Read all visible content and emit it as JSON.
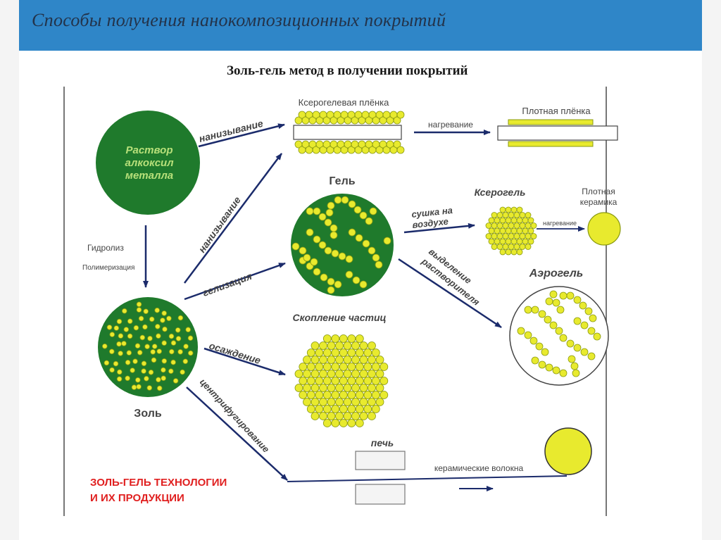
{
  "slide": {
    "title": "Способы получения нанокомпозиционных покрытий"
  },
  "diagram": {
    "title": "Золь-гель метод в получении покрытий",
    "labels": {
      "solution": [
        "Раствор",
        "алкоксил",
        "металла"
      ],
      "hydrolysis": "Гидролиз",
      "polymerization": "Полимеризация",
      "sol": "Золь",
      "gel": "Гель",
      "xerogel_film": "Ксерогелевая плёнка",
      "dense_film": "Плотная плёнка",
      "xerogel": "Ксерогель",
      "dense_ceramics": [
        "Плотная",
        "керамика"
      ],
      "aerogel": "Аэрогель",
      "particle_cluster": "Скопление частиц",
      "furnace": "печь",
      "ceramic_fibers": "керамические волокна"
    },
    "arrows": {
      "coating_top": "нанизывание",
      "coating_diag": "нанизывание",
      "heating_top": "нагревание",
      "air_drying": [
        "сушка на",
        "воздухе"
      ],
      "heating_small": "нагревание",
      "gelation": "гелизация",
      "solvent_removal": [
        "выделение",
        "растворителя"
      ],
      "precipitation": "осаждение",
      "centrifugation": "центрифугирование"
    },
    "caption": [
      "ЗОЛЬ-ГЕЛЬ ТЕХНОЛОГИИ",
      "И ИХ ПРОДУКЦИИ"
    ],
    "colors": {
      "dark_green": "#1f7a2c",
      "particle_yellow": "#e8ea2e",
      "particle_stroke": "#8a9a10",
      "label_gray": "#444444",
      "caption_red": "#e02020",
      "arrow_navy": "#1b2b6b",
      "header_blue": "#2f86c8"
    }
  }
}
